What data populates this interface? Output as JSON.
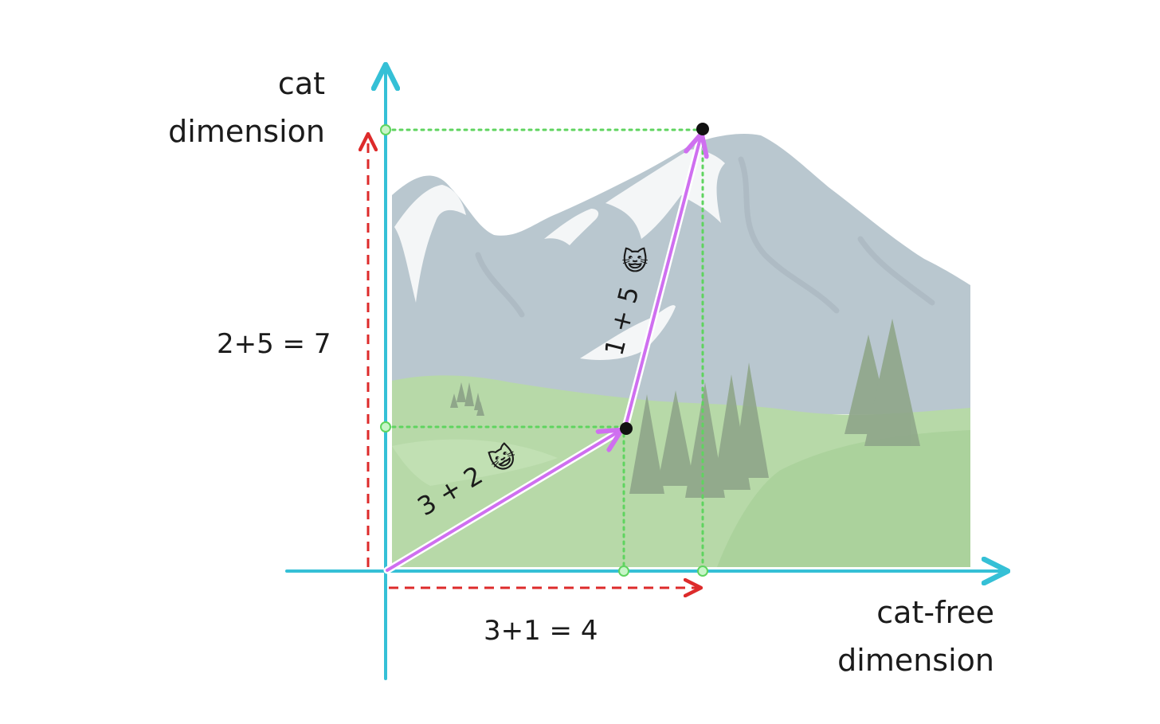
{
  "labels": {
    "y_axis_line1": "cat",
    "y_axis_line2": "dimension",
    "x_axis_line1": "cat-free",
    "x_axis_line2": "dimension",
    "y_sum": "2+5 = 7",
    "x_sum": "3+1 = 4",
    "vector1": "3 + 2",
    "vector2": "1 + 5",
    "cat_emoji": "😺"
  },
  "colors": {
    "axis": "#35c0d6",
    "vector": "#cf6ff0",
    "guide": "#5fd45f",
    "component_arrow": "#dd2b2b",
    "point": "#111111",
    "mountain": "#b9c7cf",
    "snow": "#f4f6f7",
    "meadow": "#b7d9a8",
    "tree": "#8fa68a"
  }
}
